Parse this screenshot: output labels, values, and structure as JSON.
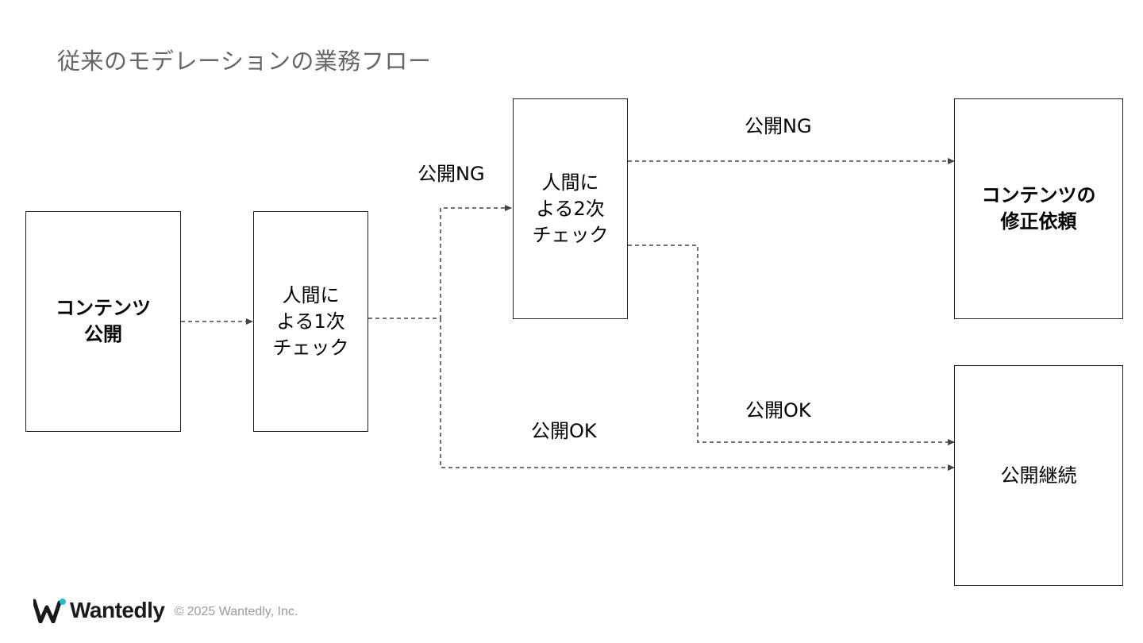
{
  "title": "従来のモデレーションの業務フロー",
  "nodes": {
    "publish": "コンテンツ\n公開",
    "first_check": "人間に\nよる1次\nチェック",
    "second_check": "人間に\nよる2次\nチェック",
    "revision_request": "コンテンツの\n修正依頼",
    "continue_publish": "公開継続"
  },
  "edge_labels": {
    "first_ng": "公開NG",
    "first_ok": "公開OK",
    "second_ng": "公開NG",
    "second_ok": "公開OK"
  },
  "footer": {
    "brand": "Wantedly",
    "copyright": "© 2025 Wantedly, Inc."
  },
  "colors": {
    "box_border": "#222222",
    "connector": "#444444",
    "title": "#666666",
    "logo_dot": "#21bddb",
    "copyright": "#9a9a9a"
  },
  "icons": {
    "logo": "wantedly-logo-icon"
  }
}
